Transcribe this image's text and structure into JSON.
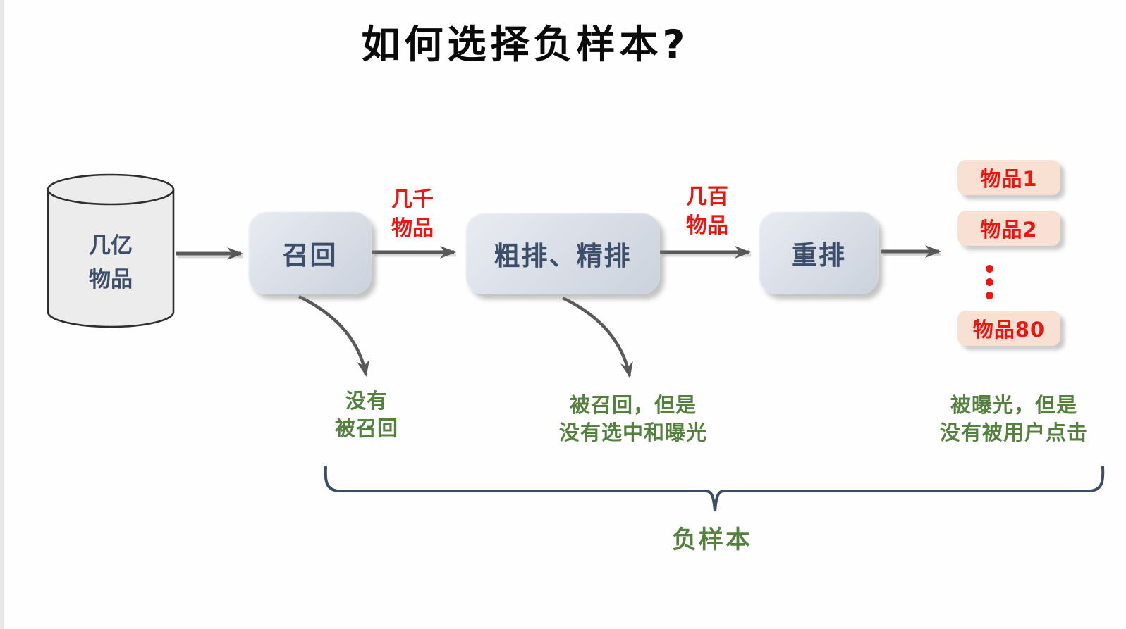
{
  "title": "如何选择负样本?",
  "colors": {
    "accent_red": "#ee1511",
    "accent_green": "#55813f",
    "navy_text": "#3d4e6a",
    "arrow_gray": "#595959",
    "brace_navy": "#3e4d66",
    "stage_box_fill": "#d8dde6",
    "item_box_fill": "#f8e1d2",
    "cylinder_fill": "#ececec"
  },
  "source": {
    "label": "几亿\n物品"
  },
  "stages": [
    {
      "label": "召回"
    },
    {
      "label": "粗排、精排"
    },
    {
      "label": "重排"
    }
  ],
  "edge_labels": [
    {
      "text": "几千\n物品"
    },
    {
      "text": "几百\n物品"
    }
  ],
  "output_items": [
    {
      "label": "物品1"
    },
    {
      "label": "物品2"
    },
    {
      "label": "物品80"
    }
  ],
  "annotations": [
    {
      "text": "没有\n被召回"
    },
    {
      "text": "被召回，但是\n没有选中和曝光"
    },
    {
      "text": "被曝光，但是\n没有被用户点击"
    }
  ],
  "brace_label": "负样本"
}
